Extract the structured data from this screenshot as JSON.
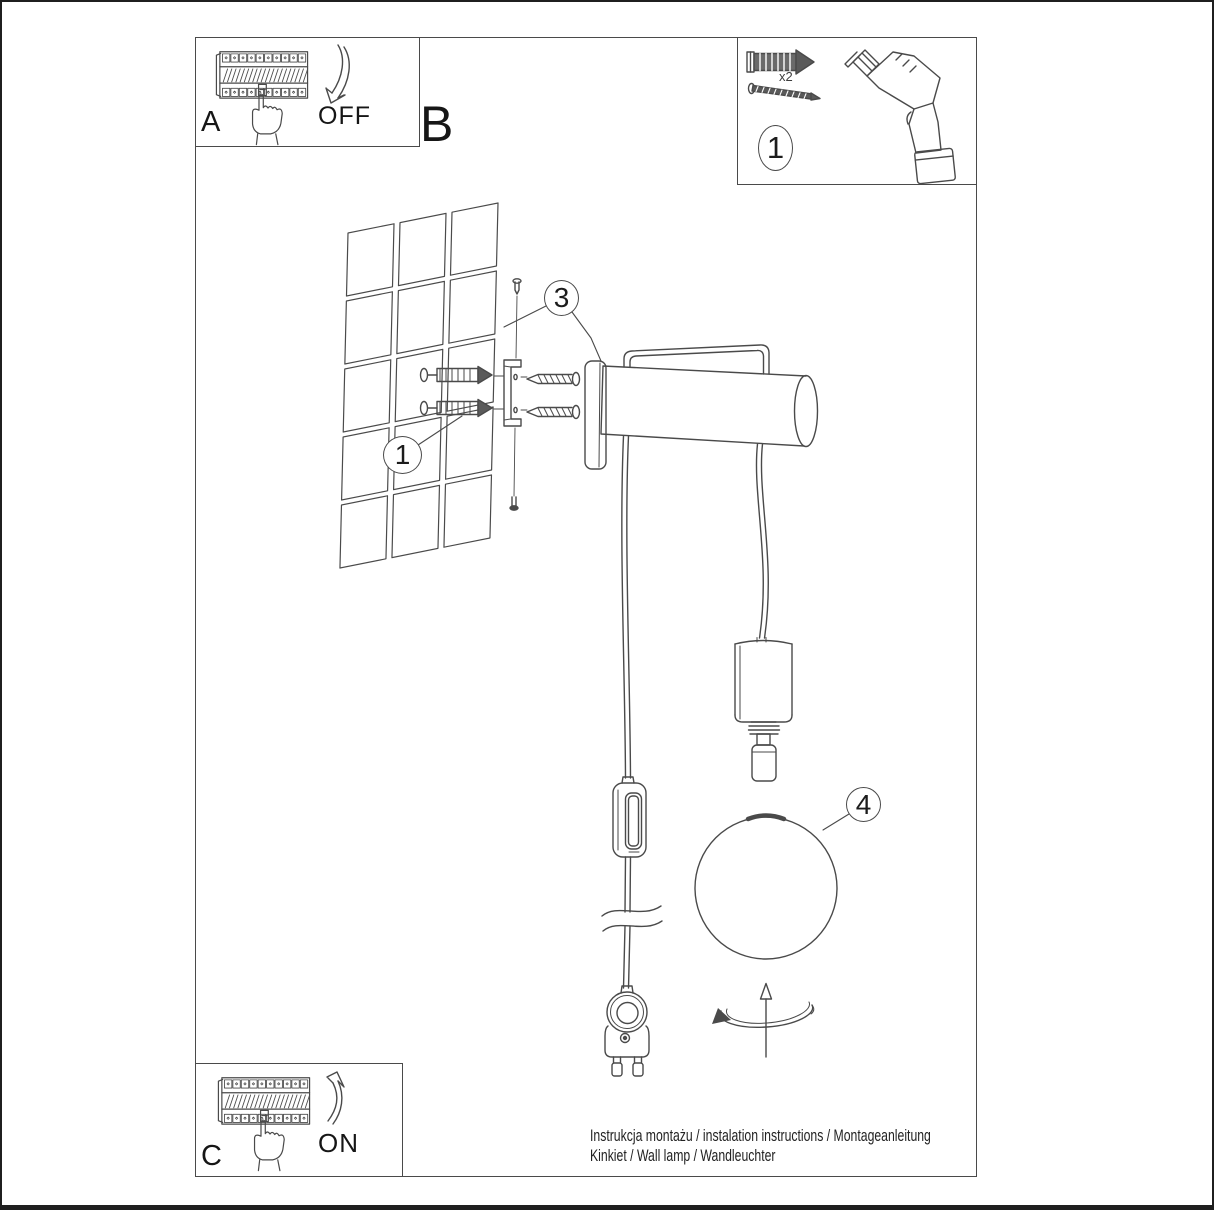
{
  "document": {
    "footer_line1": "Instrukcja montażu / instalation instructions / Montageanleitung",
    "footer_line2": "Kinkiet / Wall lamp / Wandleuchter"
  },
  "steps": {
    "a_label": "A",
    "b_label": "B",
    "c_label": "C",
    "off_label": "OFF",
    "on_label": "ON"
  },
  "callouts": {
    "toolbox_step": "1",
    "wall_anchor_step": "1",
    "bracket_step": "3",
    "bulb_step": "4"
  },
  "parts": {
    "anchor_quantity": "x2"
  },
  "illustrations": {
    "step_a": "circuit-breaker-panel-switch-off",
    "step_c": "circuit-breaker-panel-switch-on",
    "toolbox": [
      "wall-anchor",
      "mounting-screw",
      "cordless-drill"
    ],
    "main_scene": [
      "tiled-wall",
      "wall-anchors",
      "mounting-bracket",
      "mounting-screws",
      "wall-lamp-roller",
      "power-cord",
      "inline-cord-switch",
      "cord-break-mark",
      "euro-plug",
      "lamp-socket",
      "glass-globe-bulb",
      "rotation-arrow"
    ]
  },
  "colors": {
    "line": "#4a4a4a",
    "text": "#1a1a1a",
    "background": "#ffffff"
  }
}
